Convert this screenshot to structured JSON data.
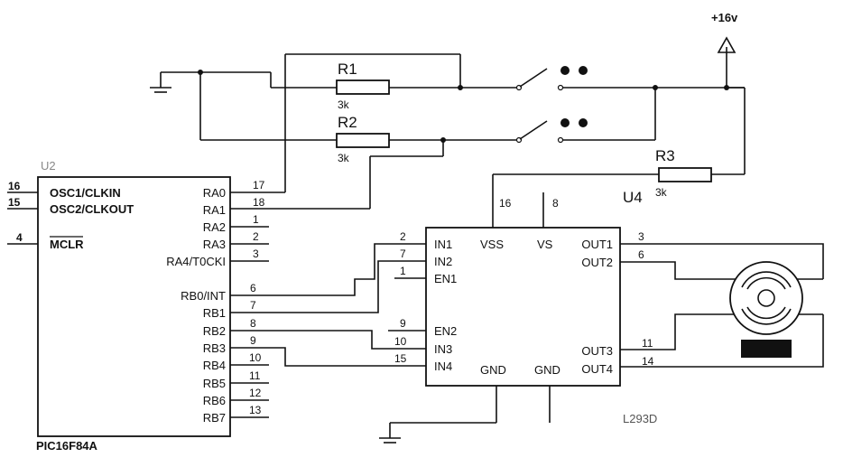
{
  "supply": {
    "label": "+16v"
  },
  "resistors": [
    {
      "ref": "R1",
      "value": "3k"
    },
    {
      "ref": "R2",
      "value": "3k"
    },
    {
      "ref": "R3",
      "value": "3k"
    }
  ],
  "mcu": {
    "ref": "U2",
    "part": "PIC16F84A",
    "left_pins": [
      {
        "num": "16",
        "name": "OSC1/CLKIN"
      },
      {
        "num": "15",
        "name": "OSC2/CLKOUT"
      },
      {
        "num": "4",
        "name": "MCLR"
      }
    ],
    "right_pins": [
      {
        "num": "17",
        "name": "RA0"
      },
      {
        "num": "18",
        "name": "RA1"
      },
      {
        "num": "1",
        "name": "RA2"
      },
      {
        "num": "2",
        "name": "RA3"
      },
      {
        "num": "3",
        "name": "RA4/T0CKI"
      },
      {
        "num": "6",
        "name": "RB0/INT"
      },
      {
        "num": "7",
        "name": "RB1"
      },
      {
        "num": "8",
        "name": "RB2"
      },
      {
        "num": "9",
        "name": "RB3"
      },
      {
        "num": "10",
        "name": "RB4"
      },
      {
        "num": "11",
        "name": "RB5"
      },
      {
        "num": "12",
        "name": "RB6"
      },
      {
        "num": "13",
        "name": "RB7"
      }
    ]
  },
  "driver": {
    "ref": "U4",
    "part": "L293D",
    "left_pins": [
      {
        "num": "2",
        "name": "IN1"
      },
      {
        "num": "7",
        "name": "IN2"
      },
      {
        "num": "1",
        "name": "EN1"
      },
      {
        "num": "9",
        "name": "EN2"
      },
      {
        "num": "10",
        "name": "IN3"
      },
      {
        "num": "15",
        "name": "IN4"
      }
    ],
    "right_pins": [
      {
        "num": "3",
        "name": "OUT1"
      },
      {
        "num": "6",
        "name": "OUT2"
      },
      {
        "num": "11",
        "name": "OUT3"
      },
      {
        "num": "14",
        "name": "OUT4"
      }
    ],
    "top_pins": [
      {
        "num": "16",
        "name": "VSS"
      },
      {
        "num": "8",
        "name": "VS"
      }
    ],
    "bottom_labels": [
      "GND",
      "GND"
    ]
  }
}
